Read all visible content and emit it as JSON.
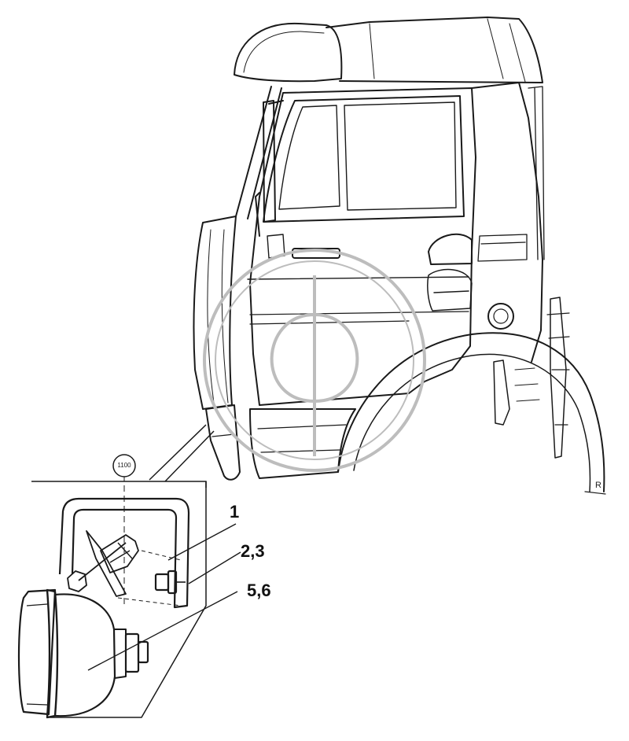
{
  "callouts": [
    {
      "id": "callout-1",
      "text": "1"
    },
    {
      "id": "callout-2-3",
      "text": "2,3"
    },
    {
      "id": "callout-5-6",
      "text": "5,6"
    }
  ],
  "detail_badge": "1100",
  "corner_mark": "R",
  "watermark_logo": "ф",
  "colors": {
    "ink": "#1a1a1a",
    "watermark": "#bdbdbd",
    "background": "#ffffff"
  }
}
